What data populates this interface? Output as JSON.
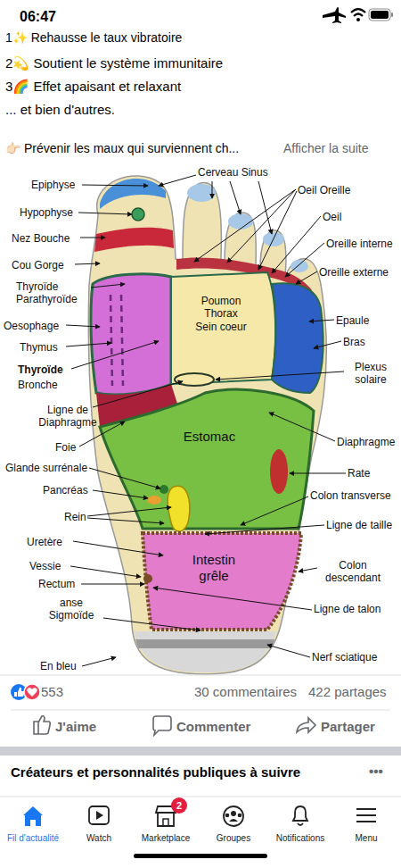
{
  "diagram": {
    "nodes": [
      {
        "text": [
          "Poumon Thorax Sein coeur"
        ]
      },
      {
        "text": [
          "Estomac"
        ]
      },
      {
        "text": [
          "Intestin grêle"
        ]
      },
      {
        "text": [
          "2"
        ]
      }
    ],
    "labels": [
      "06:47",
      "1✨ Rehausse le taux vibratoire",
      "2💫 Soutient le système immunitaire",
      "3🌈 Effet apaisant et relaxant",
      "... et bien d'autres.",
      "👉🏻 Prévenir les maux qui surviennent ch...",
      "Afficher la suite",
      "Epiphyse",
      "Hypophyse",
      "Nez Bouche",
      "Cou Gorge",
      "Thyroïde Parathyroïde",
      "Oesophage",
      "Thymus",
      "Thyroïde",
      "Bronche",
      "Ligne de Diaphragme",
      "Foie",
      "Glande surrénale",
      "Pancréas",
      "Rein",
      "Uretère",
      "Vessie",
      "Rectum",
      "anse Sigmoïde",
      "En bleu",
      "Cerveau Sinus",
      "Oeil Oreille",
      "Oeil",
      "Oreille interne",
      "Oreille externe",
      "Epaule",
      "Bras",
      "Plexus solaire",
      "Diaphragme",
      "Rate",
      "Colon transverse",
      "Ligne de taille",
      "Colon descendant",
      "Ligne de talon",
      "Nerf sciatique",
      "553",
      "30 commentaires",
      "422 partages",
      "J'aime",
      "Commenter",
      "Partager",
      "Créateurs et personnalités publiques à suivre",
      "•••",
      "Fil d'actualité",
      "Watch",
      "Marketplace",
      "Groupes",
      "Notifications",
      "Menu"
    ]
  }
}
